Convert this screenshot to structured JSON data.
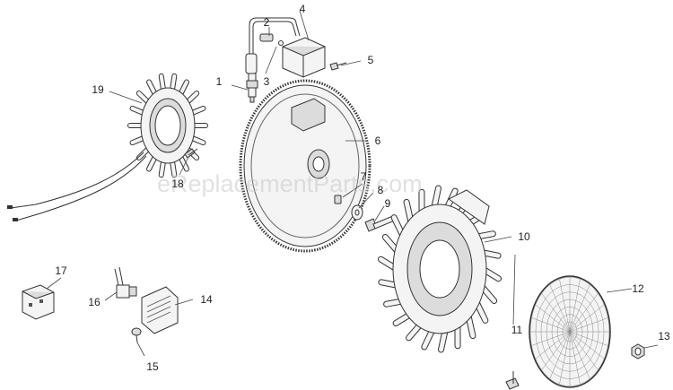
{
  "watermark": "eReplacementParts.com",
  "callouts": [
    {
      "id": "1",
      "text": "1"
    },
    {
      "id": "2",
      "text": "2"
    },
    {
      "id": "3",
      "text": "3"
    },
    {
      "id": "4",
      "text": "4"
    },
    {
      "id": "5",
      "text": "5"
    },
    {
      "id": "6",
      "text": "6"
    },
    {
      "id": "7",
      "text": "7"
    },
    {
      "id": "8",
      "text": "8"
    },
    {
      "id": "9",
      "text": "9"
    },
    {
      "id": "10",
      "text": "10"
    },
    {
      "id": "11",
      "text": "11"
    },
    {
      "id": "12",
      "text": "12"
    },
    {
      "id": "13",
      "text": "13"
    },
    {
      "id": "14",
      "text": "14"
    },
    {
      "id": "15",
      "text": "15"
    },
    {
      "id": "16",
      "text": "16"
    },
    {
      "id": "17",
      "text": "17"
    },
    {
      "id": "18",
      "text": "18"
    },
    {
      "id": "19",
      "text": "19"
    }
  ]
}
